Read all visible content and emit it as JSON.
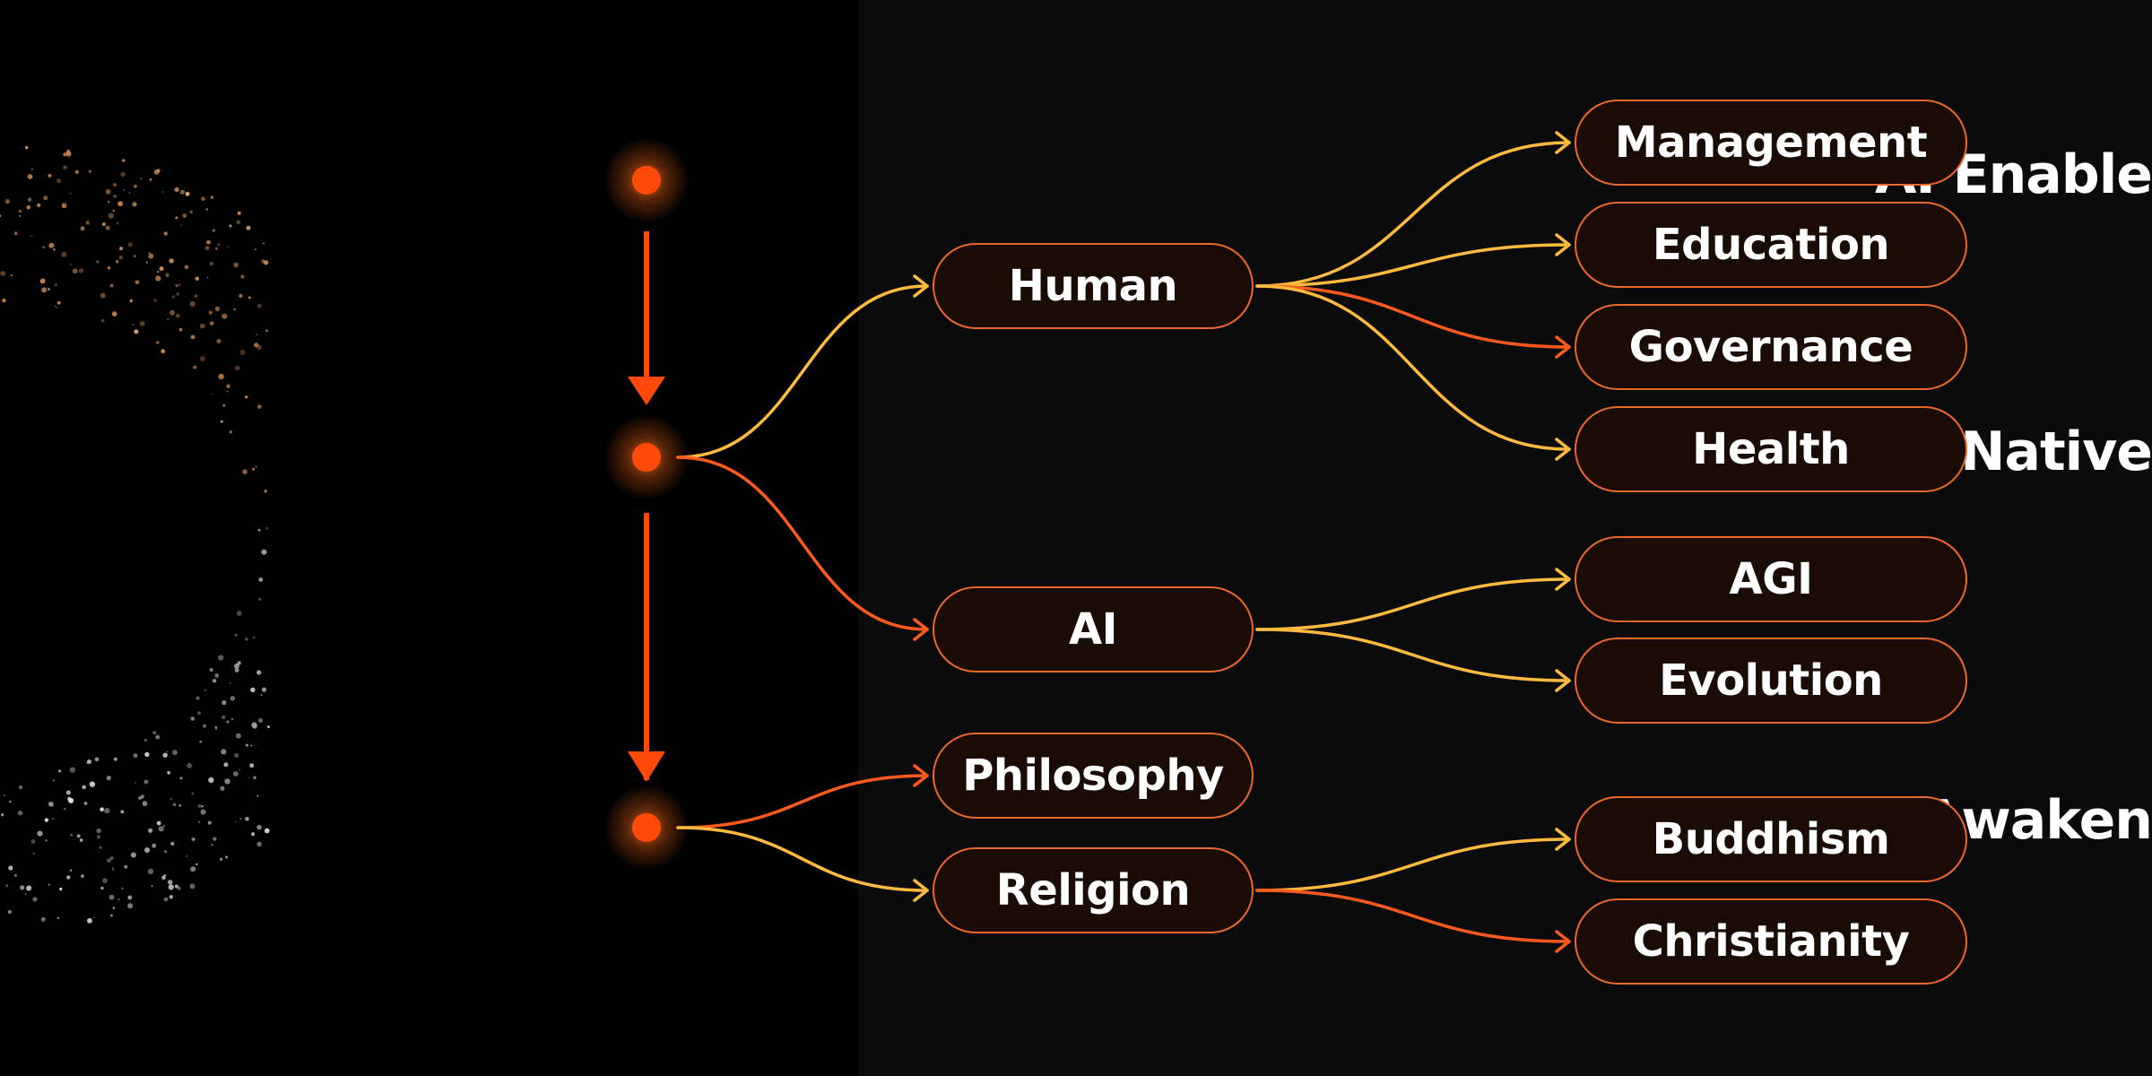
{
  "colors": {
    "background": "#000000",
    "panel": "#0b0b0b",
    "accent": "#ff4a0a",
    "curve_yellow": "#ffbb3f",
    "curve_orange": "#ff5a1e",
    "pill_border": "#e9692c",
    "pill_fill": "#1a0c04",
    "text": "#ffffff"
  },
  "stages": [
    {
      "id": "enable",
      "label": "AI Enable"
    },
    {
      "id": "native",
      "label": "AI Native"
    },
    {
      "id": "awaken",
      "label": "AI Awaken"
    }
  ],
  "branches": {
    "human": "Human",
    "ai": "AI",
    "philosophy": "Philosophy",
    "religion": "Religion"
  },
  "leaves": {
    "management": "Management",
    "education": "Education",
    "governance": "Governance",
    "health": "Health",
    "agi": "AGI",
    "evolution": "Evolution",
    "buddhism": "Buddhism",
    "christianity": "Christianity"
  },
  "edges": [
    {
      "from": "AI Enable",
      "to": "AI Native"
    },
    {
      "from": "AI Native",
      "to": "AI Awaken"
    },
    {
      "from": "AI Native",
      "to": "Human"
    },
    {
      "from": "AI Native",
      "to": "AI"
    },
    {
      "from": "AI Awaken",
      "to": "Philosophy"
    },
    {
      "from": "AI Awaken",
      "to": "Religion"
    },
    {
      "from": "Human",
      "to": "Management"
    },
    {
      "from": "Human",
      "to": "Education"
    },
    {
      "from": "Human",
      "to": "Governance"
    },
    {
      "from": "Human",
      "to": "Health"
    },
    {
      "from": "AI",
      "to": "AGI"
    },
    {
      "from": "AI",
      "to": "Evolution"
    },
    {
      "from": "Religion",
      "to": "Buddhism"
    },
    {
      "from": "Religion",
      "to": "Christianity"
    }
  ]
}
